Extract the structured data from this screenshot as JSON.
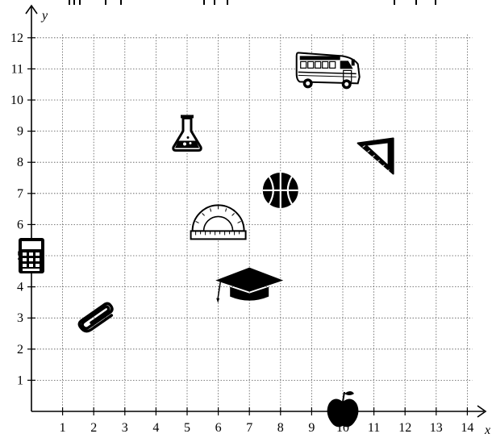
{
  "axes": {
    "x_label": "x",
    "y_label": "y",
    "x_ticks": [
      "1",
      "2",
      "3",
      "4",
      "5",
      "6",
      "7",
      "8",
      "9",
      "10",
      "11",
      "12",
      "13",
      "14"
    ],
    "y_ticks": [
      "1",
      "2",
      "3",
      "4",
      "5",
      "6",
      "7",
      "8",
      "9",
      "10",
      "11",
      "12"
    ],
    "xlim": [
      0,
      14
    ],
    "ylim": [
      0,
      12
    ],
    "grid": true
  },
  "objects": [
    {
      "name": "school-bus-icon",
      "x": 9.5,
      "y": 11.0
    },
    {
      "name": "flask-icon",
      "x": 5.0,
      "y": 8.9
    },
    {
      "name": "set-square-icon",
      "x": 11.0,
      "y": 8.2
    },
    {
      "name": "basketball-icon",
      "x": 8.0,
      "y": 7.1
    },
    {
      "name": "protractor-icon",
      "x": 6.0,
      "y": 6.0
    },
    {
      "name": "calculator-icon",
      "x": 0.0,
      "y": 5.0
    },
    {
      "name": "graduation-cap-icon",
      "x": 7.0,
      "y": 4.0
    },
    {
      "name": "paper-clip-icon",
      "x": 2.0,
      "y": 3.0
    },
    {
      "name": "apple-icon",
      "x": 10.0,
      "y": 0.0
    }
  ]
}
